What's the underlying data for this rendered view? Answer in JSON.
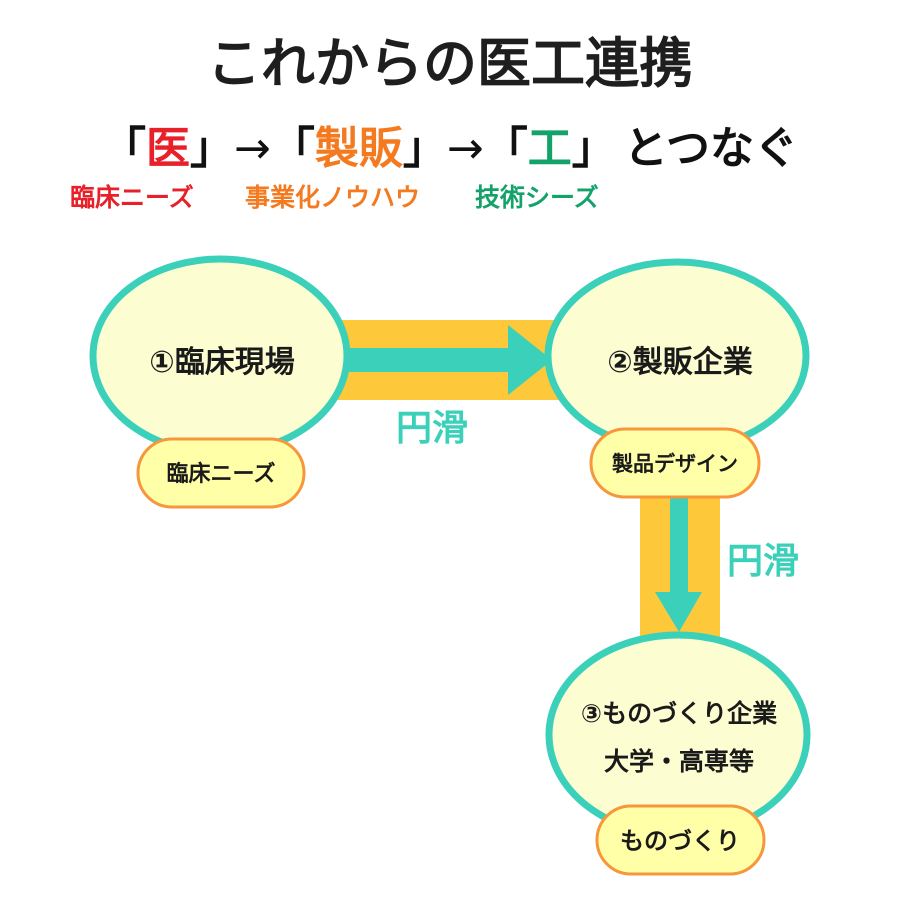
{
  "title": "これからの医工連携",
  "subtitle": {
    "open1": "「",
    "med": "医",
    "close1": "」",
    "arrow1": "→",
    "open2": "「",
    "sales": "製販",
    "close2": "」",
    "arrow2": "→",
    "open3": "「",
    "eng": "工",
    "close3": "」",
    "tail": "とつなぐ"
  },
  "legend": {
    "clinical_needs": "臨床ニーズ",
    "business_knowhow": "事業化ノウハウ",
    "tech_seeds": "技術シーズ"
  },
  "nodes": [
    {
      "label": "①臨床現場",
      "tag": "臨床ニーズ"
    },
    {
      "label": "②製販企業",
      "tag": "製品デザイン"
    },
    {
      "label": "③ものづくり企業",
      "sublabel": "大学・高専等",
      "tag": "ものづくり"
    }
  ],
  "connectors": [
    {
      "label": "円滑"
    },
    {
      "label": "円滑"
    }
  ],
  "colors": {
    "red": "#e8202a",
    "orange": "#f47a20",
    "green": "#13a36a",
    "teal": "#3ad0b9",
    "band": "#fdc93b",
    "node_fill": "#fdfdd2",
    "tag_fill": "#ffffa8",
    "tag_stroke": "#f7963a",
    "text": "#1a1a1a"
  }
}
